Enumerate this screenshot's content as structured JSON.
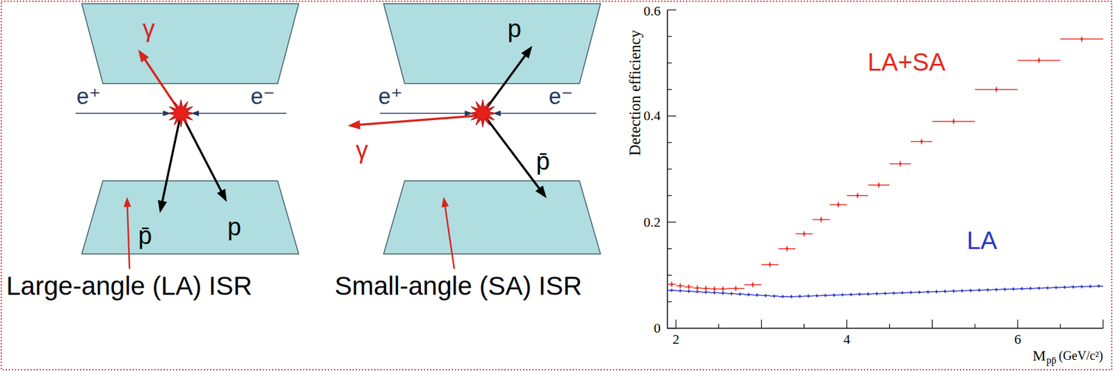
{
  "diagram": {
    "labels": [
      "γ",
      "e⁺",
      "e⁻",
      "p̄",
      "p",
      "Large-angle (LA) ISR",
      "p",
      "e⁺",
      "e⁻",
      "γ",
      "p̄",
      "Small-angle (SA) ISR",
      "Detection efficiency",
      "0.6",
      "0.4",
      "0.2",
      "0",
      "2",
      "4",
      "6",
      "M",
      "pp̄",
      "(GeV/c²)",
      "LA+SA",
      "LA"
    ]
  }
}
